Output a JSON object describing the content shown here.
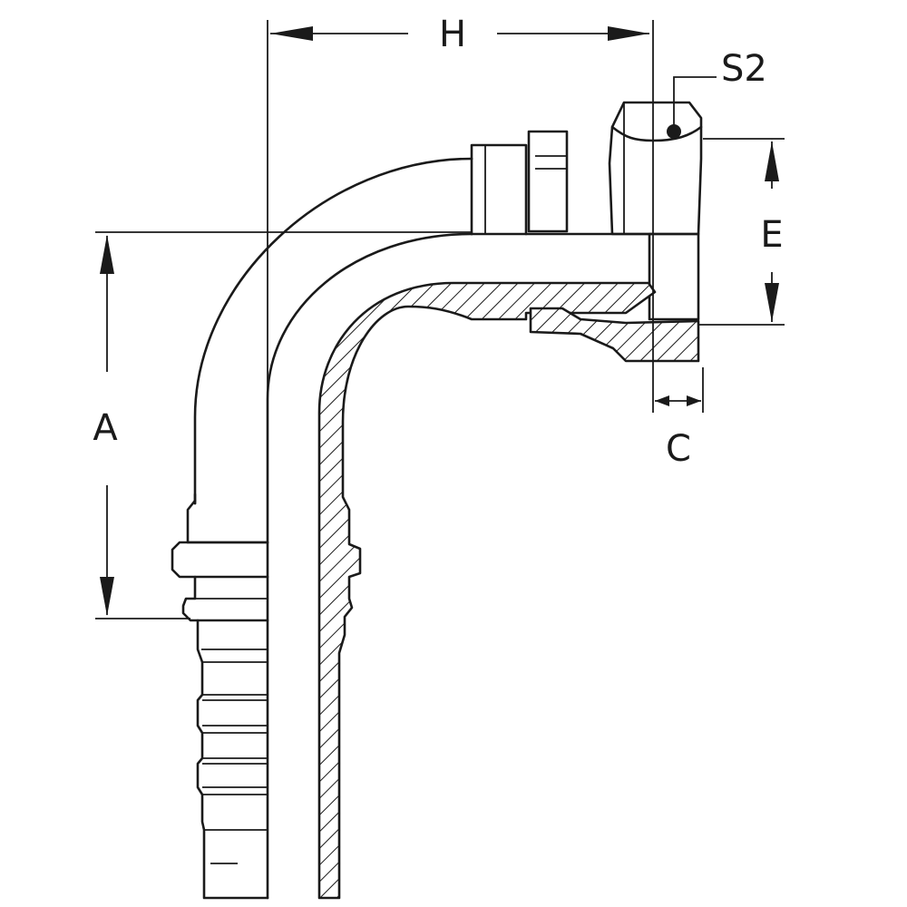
{
  "labels": {
    "h": "H",
    "a": "A",
    "e": "E",
    "c": "C",
    "s2": "S2"
  }
}
